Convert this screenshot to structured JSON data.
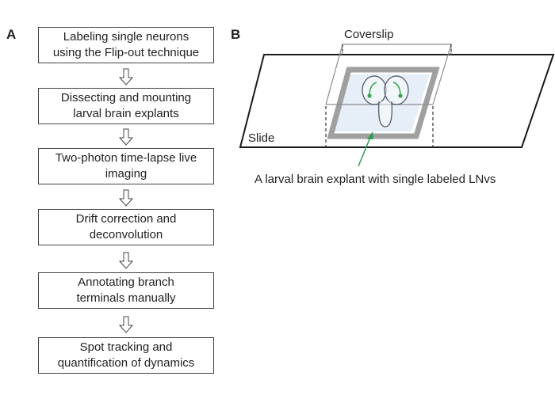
{
  "panel_a": {
    "label": "A",
    "steps": [
      "Labeling single neurons\nusing the Flip-out technique",
      "Dissecting and mounting\nlarval brain explants",
      "Two-photon time-lapse live\nimaging",
      "Drift correction and\ndeconvolution",
      "Annotating branch\nterminals manually",
      "Spot tracking and\nquantification of dynamics"
    ]
  },
  "panel_b": {
    "label": "B",
    "coverslip_label": "Coverslip",
    "slide_label": "Slide",
    "caption": "A larval brain explant with single labeled LNvs"
  },
  "colors": {
    "neuron": "#3aa54a",
    "arrow": "#2e9e55",
    "frame": "#a0a0a0",
    "explant_fill": "#e6eef8"
  }
}
